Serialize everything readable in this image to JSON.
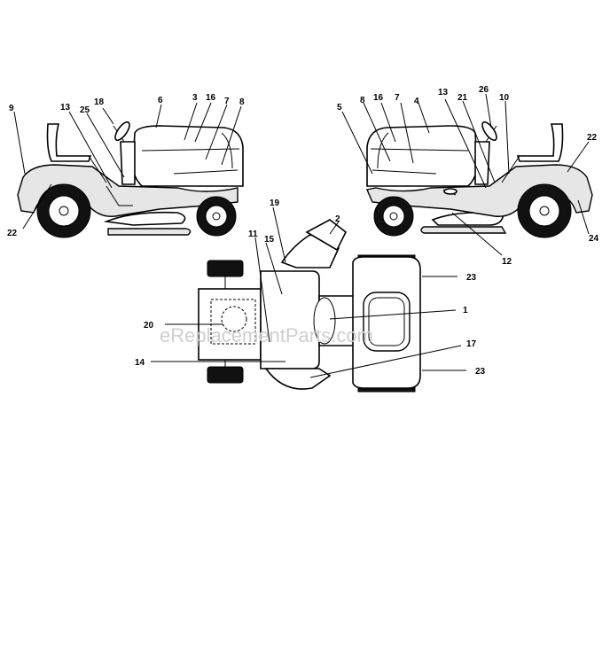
{
  "watermark": "eReplacementParts.com",
  "left_view_labels": [
    "9",
    "13",
    "25",
    "18",
    "6",
    "3",
    "16",
    "7",
    "8",
    "22"
  ],
  "right_view_labels": [
    "5",
    "8",
    "16",
    "7",
    "4",
    "13",
    "21",
    "26",
    "10",
    "22",
    "24",
    "12"
  ],
  "top_view_labels": [
    "19",
    "2",
    "11",
    "15",
    "23",
    "20",
    "1",
    "14",
    "17",
    "23"
  ]
}
